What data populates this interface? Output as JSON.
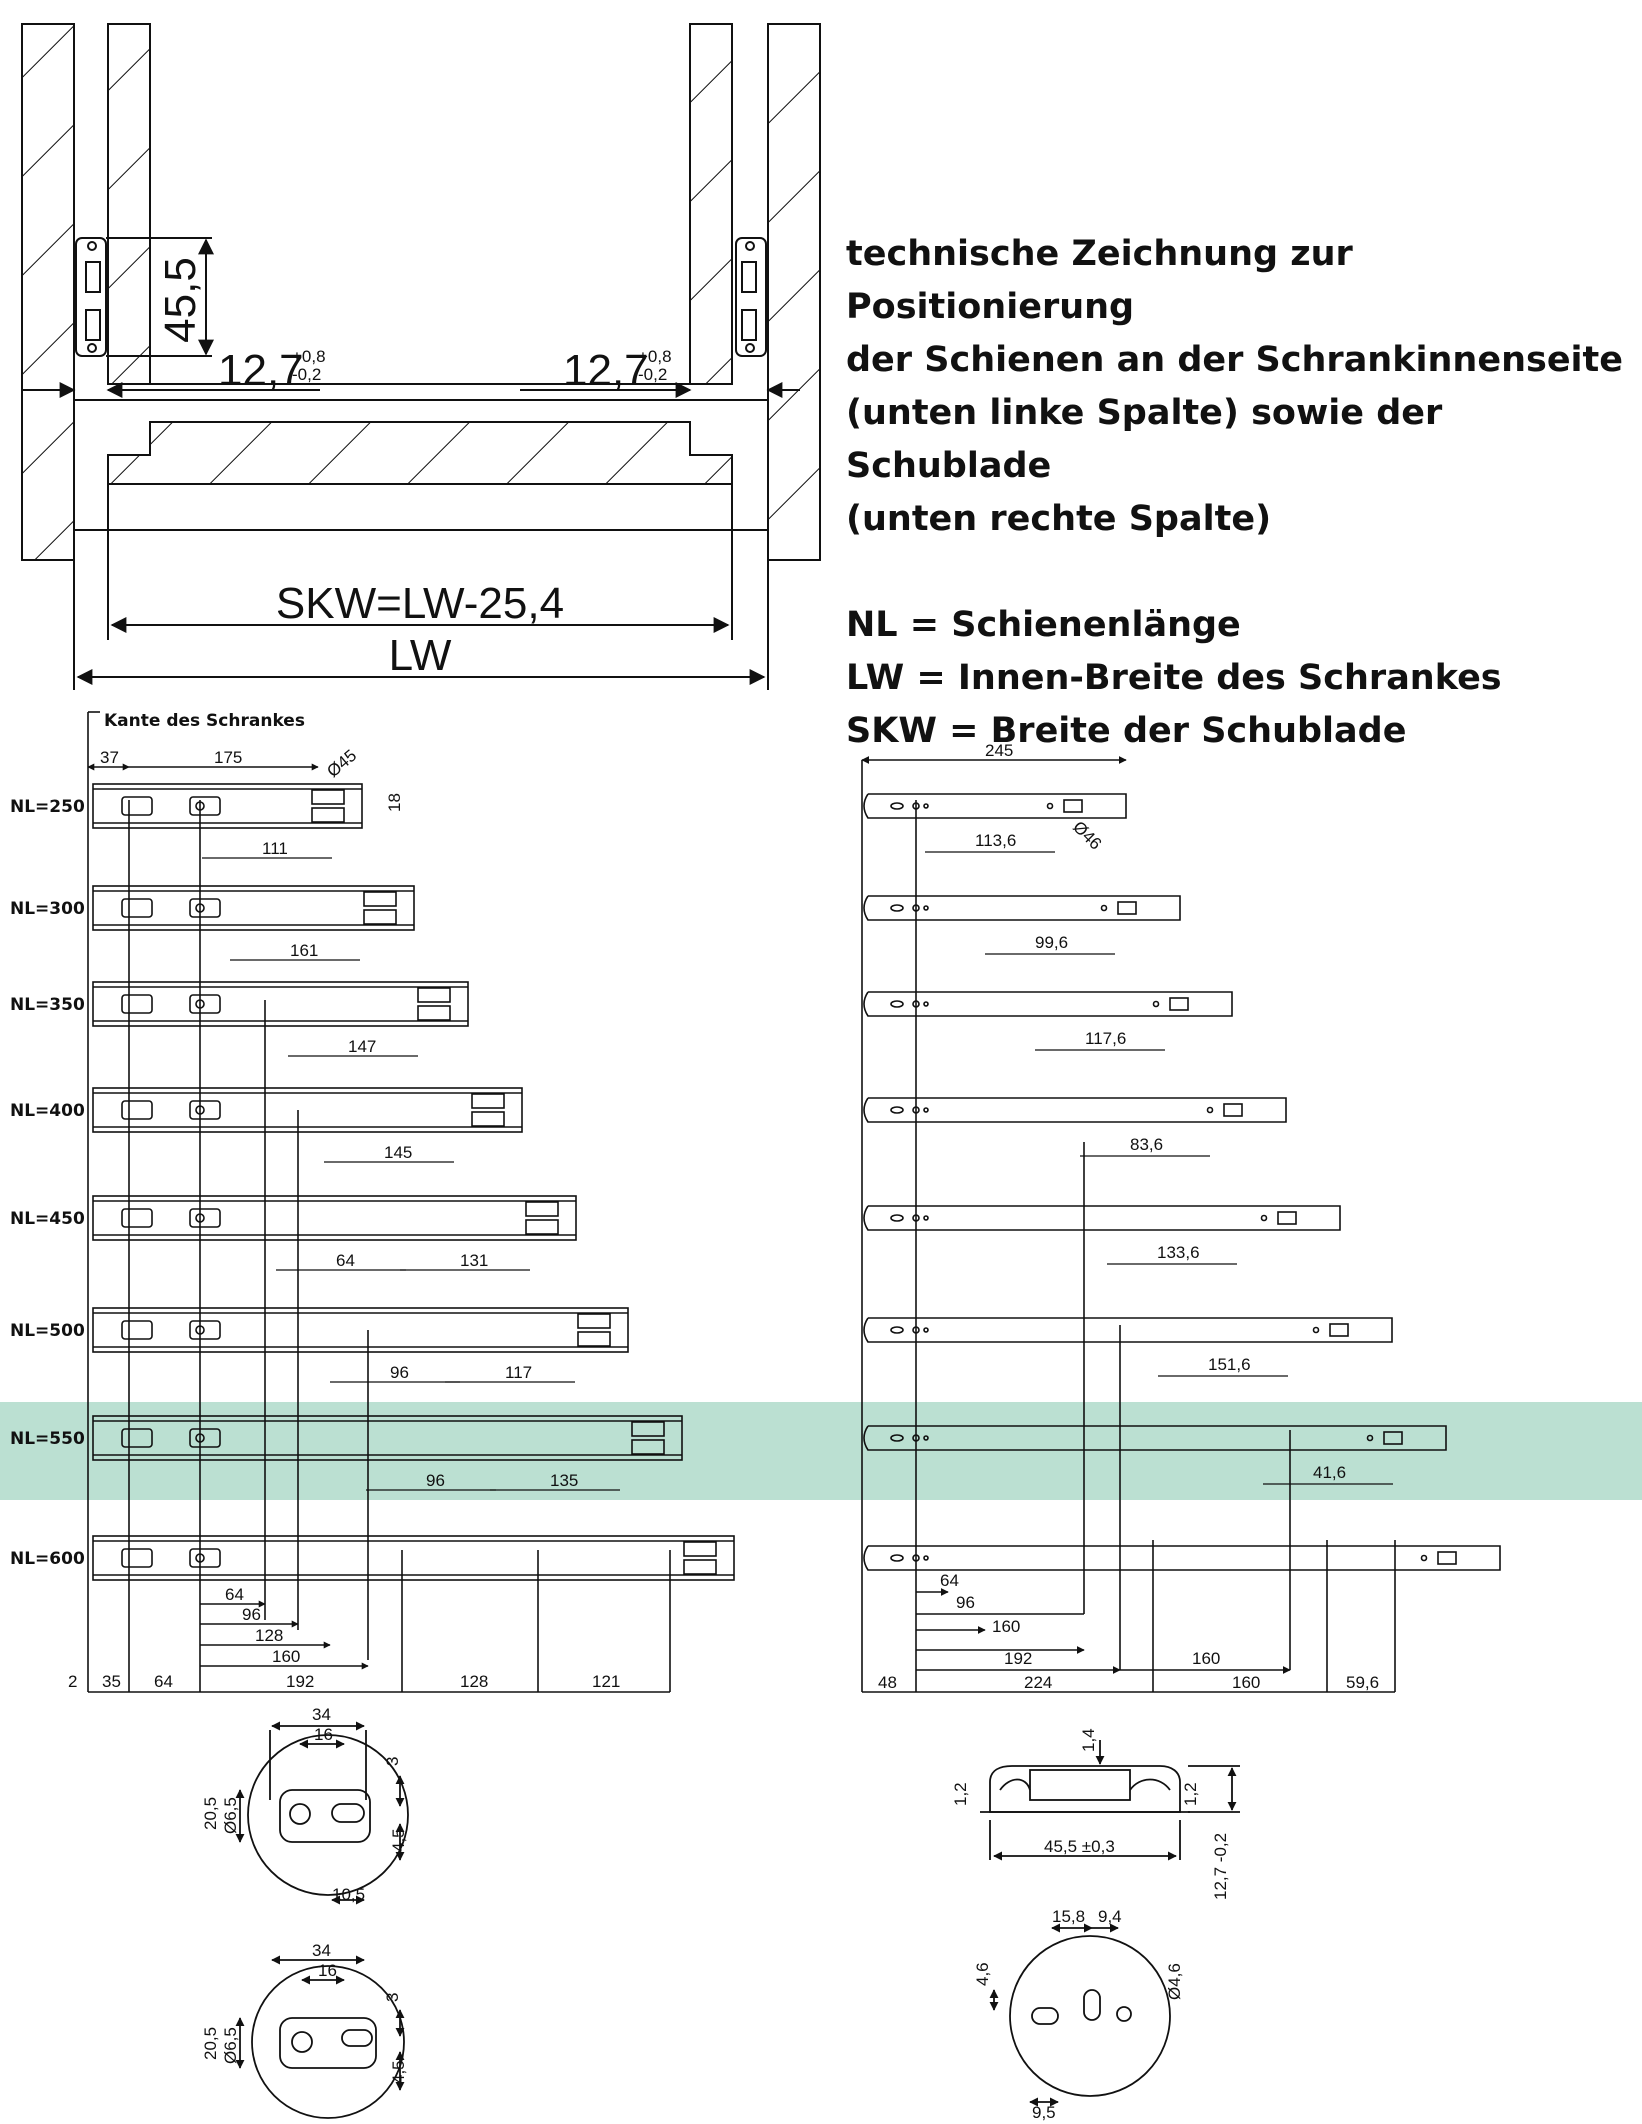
{
  "legend": {
    "line1": "technische Zeichnung zur Positionierung",
    "line2": "der Schienen an der Schrankinnenseite",
    "line3": "(unten linke Spalte) sowie der Schublade",
    "line4": "(unten rechte Spalte)",
    "nl": "NL = Schienenlänge",
    "lw": "LW = Innen-Breite des Schrankes",
    "skw": "SKW = Breite der Schublade"
  },
  "cabinet": {
    "height_dim": "45,5",
    "side_gap": "12,7",
    "tol_plus": "+0,8",
    "tol_minus": "-0,2",
    "drawer_width": "SKW=LW-25,4",
    "inner_width": "LW"
  },
  "left_panel": {
    "edge_label": "Kante des Schrankes",
    "top_dims": [
      "37",
      "175"
    ],
    "diameter": "Ø45",
    "height": "18",
    "rows": [
      {
        "label": "NL=250",
        "dims": [
          "111"
        ]
      },
      {
        "label": "NL=300",
        "dims": [
          "161"
        ]
      },
      {
        "label": "NL=350",
        "dims": [
          "147"
        ]
      },
      {
        "label": "NL=400",
        "dims": [
          "145"
        ]
      },
      {
        "label": "NL=450",
        "dims": [
          "64",
          "131"
        ]
      },
      {
        "label": "NL=500",
        "dims": [
          "96",
          "117"
        ]
      },
      {
        "label": "NL=550",
        "dims": [
          "96",
          "135"
        ]
      },
      {
        "label": "NL=600",
        "dims": []
      }
    ],
    "stack_dims": [
      "64",
      "96",
      "128",
      "160"
    ],
    "bottom_dims": [
      "2",
      "35",
      "64",
      "192",
      "128",
      "121"
    ]
  },
  "right_panel": {
    "top_dim": "245",
    "diameter": "Ø46",
    "row_dims": [
      "113,6",
      "99,6",
      "117,6",
      "83,6",
      "133,6",
      "151,6",
      "41,6"
    ],
    "stack_dims": [
      "64",
      "96",
      "160",
      "192",
      "160"
    ],
    "bottom_dims": [
      "48",
      "224",
      "160",
      "59,6"
    ]
  },
  "detail_left_1": {
    "w34": "34",
    "w16": "16",
    "h3": "3",
    "h205": "20,5",
    "d65": "Ø6,5",
    "h45": "4,5",
    "w105": "10,5"
  },
  "detail_left_2": {
    "w34": "34",
    "w16": "16",
    "h3": "3",
    "h205": "20,5",
    "d65": "Ø6,5",
    "h45": "4,5"
  },
  "detail_right_1": {
    "top": "1,4",
    "l12": "1,2",
    "r12": "1,2",
    "width": "45,5 ±0,3",
    "height": "12,7 -0,2"
  },
  "detail_right_2": {
    "w158": "15,8",
    "w94": "9,4",
    "h46": "4,6",
    "d46": "Ø4,6",
    "w95": "9,5"
  },
  "colors": {
    "highlight": "#b4ddcd",
    "line": "#111111"
  }
}
